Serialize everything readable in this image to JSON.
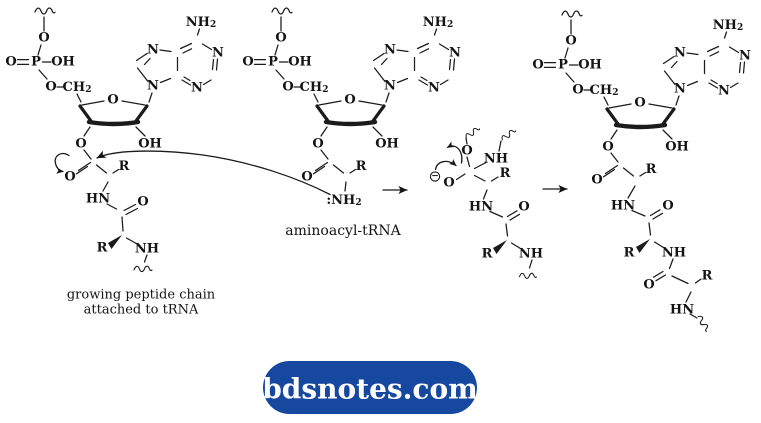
{
  "glyphs": {
    "O": "O",
    "P": "P",
    "OH": "OH",
    "N": "N",
    "NH": "NH",
    "HN": "HN",
    "R": "R",
    "CH": "CH",
    "NH_lone": ":NH",
    "sub2": "2",
    "minus": "−"
  },
  "labels": {
    "caption1": "growing peptide chain",
    "caption2": "attached to tRNA",
    "aminoacyl": "aminoacyl-tRNA"
  },
  "banner": {
    "text": "bdsnotes.com",
    "background": "#1648a0",
    "color": "#ffffff"
  }
}
